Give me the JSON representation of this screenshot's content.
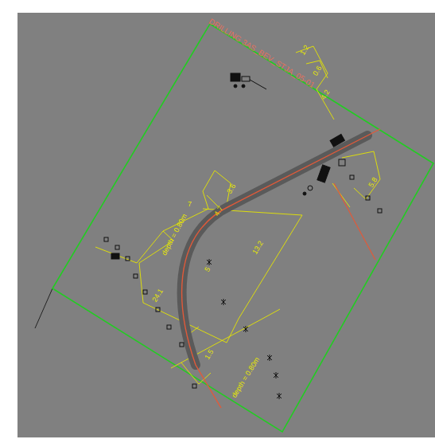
{
  "diagram": {
    "labels": [
      "DRILLING 3AS_BEV_STJA_05-01",
      "1.2",
      "0.6",
      "4.2",
      "5.8",
      "3.6",
      "7",
      "4.7",
      "depth = 0.80m",
      "13.2",
      "5",
      "24.1",
      "1.5",
      "depth = 0.80m"
    ]
  }
}
